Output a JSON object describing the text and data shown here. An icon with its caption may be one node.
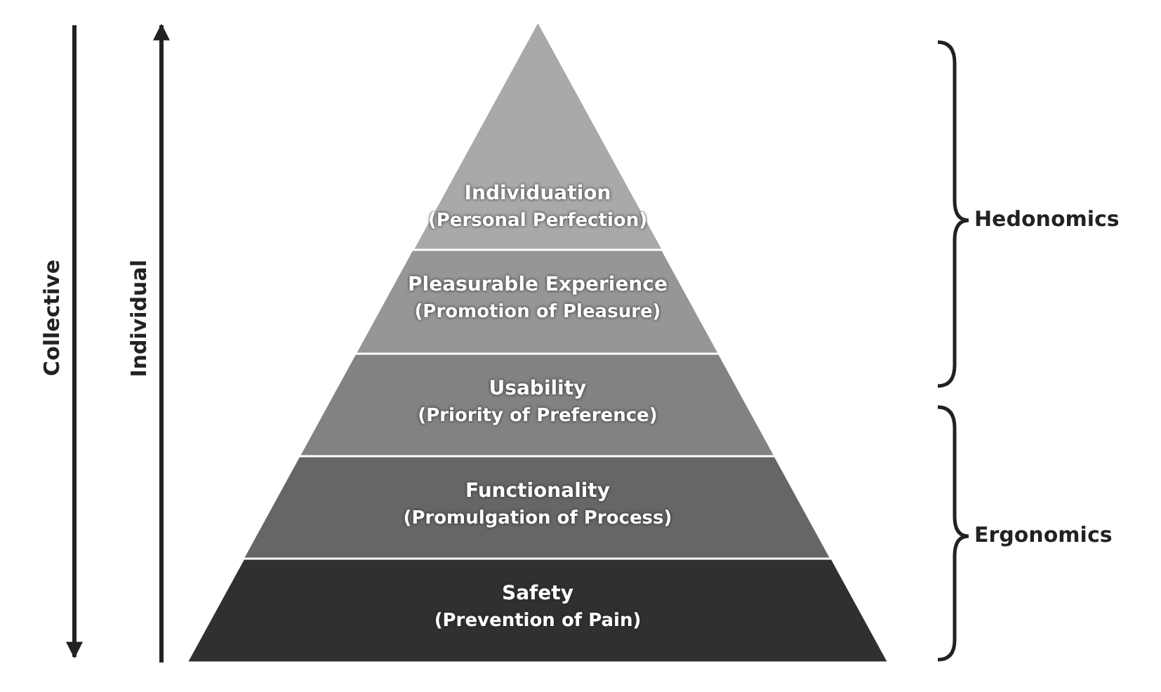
{
  "diagram": {
    "nodes": [
      {
        "text": [
          "Individuation",
          "(Personal Perfection)"
        ]
      },
      {
        "text": [
          "Pleasurable Experience",
          "(Promotion of Pleasure)"
        ]
      },
      {
        "text": [
          "Usability",
          "(Priority of Preference)"
        ]
      },
      {
        "text": [
          "Functionality",
          "(Promulgation of Process)"
        ]
      },
      {
        "text": [
          "Safety",
          "(Prevention of Pain)"
        ]
      }
    ],
    "edges": [],
    "labels": [
      "Collective",
      "Individual",
      "Hedonomics",
      "Ergonomics"
    ]
  }
}
